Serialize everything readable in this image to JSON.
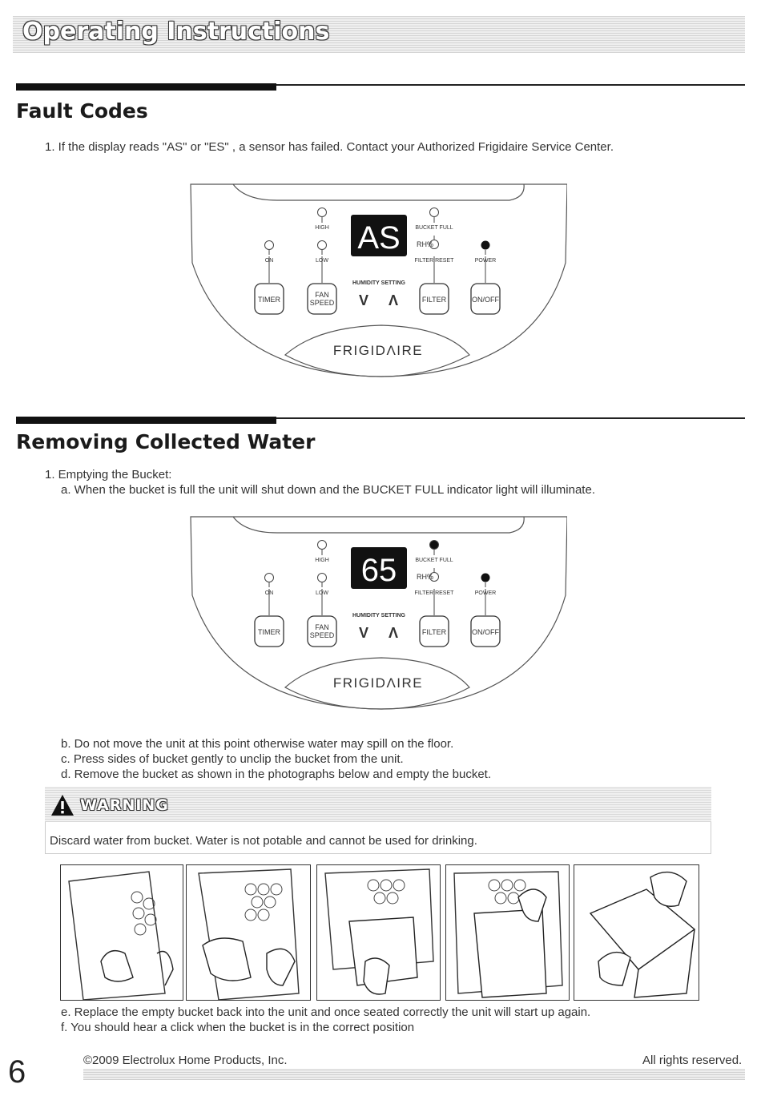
{
  "header": {
    "title": "Operating Instructions"
  },
  "fault_codes": {
    "title": "Fault Codes",
    "item1": "1. If the display reads \"AS\" or \"ES\" , a sensor has failed. Contact your Authorized Frigidaire Service Center."
  },
  "panel1": {
    "display": "AS",
    "bucket_full_on": false
  },
  "panel2": {
    "display": "65",
    "bucket_full_on": true
  },
  "panel_labels": {
    "high": "HIGH",
    "low": "LOW",
    "on": "ON",
    "bucket_full": "BUCKET FULL",
    "rh": "RH%",
    "filter_reset": "FILTER RESET",
    "power": "POWER",
    "humidity_setting": "HUMIDITY SETTING",
    "timer": "TIMER",
    "fan": "FAN",
    "speed": "SPEED",
    "down": "V",
    "up": "Λ",
    "filter": "FILTER",
    "onoff": "ON/OFF",
    "brand": "FRIGIDΛIRE"
  },
  "removing": {
    "title": "Removing Collected Water",
    "item1": "1. Emptying the Bucket:",
    "a": "a.  When the bucket is full the unit will shut down and the BUCKET FULL indicator light will illuminate.",
    "b": "b.   Do not move the unit at this point otherwise water may spill on the floor.",
    "c": "c.   Press sides of bucket gently to unclip the bucket from the unit.",
    "d": "d.   Remove the bucket as shown in the photographs below and empty the bucket.",
    "e": "e.   Replace the empty bucket back into the unit and once seated correctly the unit will start up again.",
    "f": "f.   You should hear a click when the bucket is in the correct position"
  },
  "warning": {
    "title": "WARNING",
    "text": "Discard water from bucket. Water is not potable and cannot be used for drinking."
  },
  "footer": {
    "page": "6",
    "copyright": "©2009 Electrolux Home Products, Inc.",
    "rights": "All rights reserved."
  }
}
